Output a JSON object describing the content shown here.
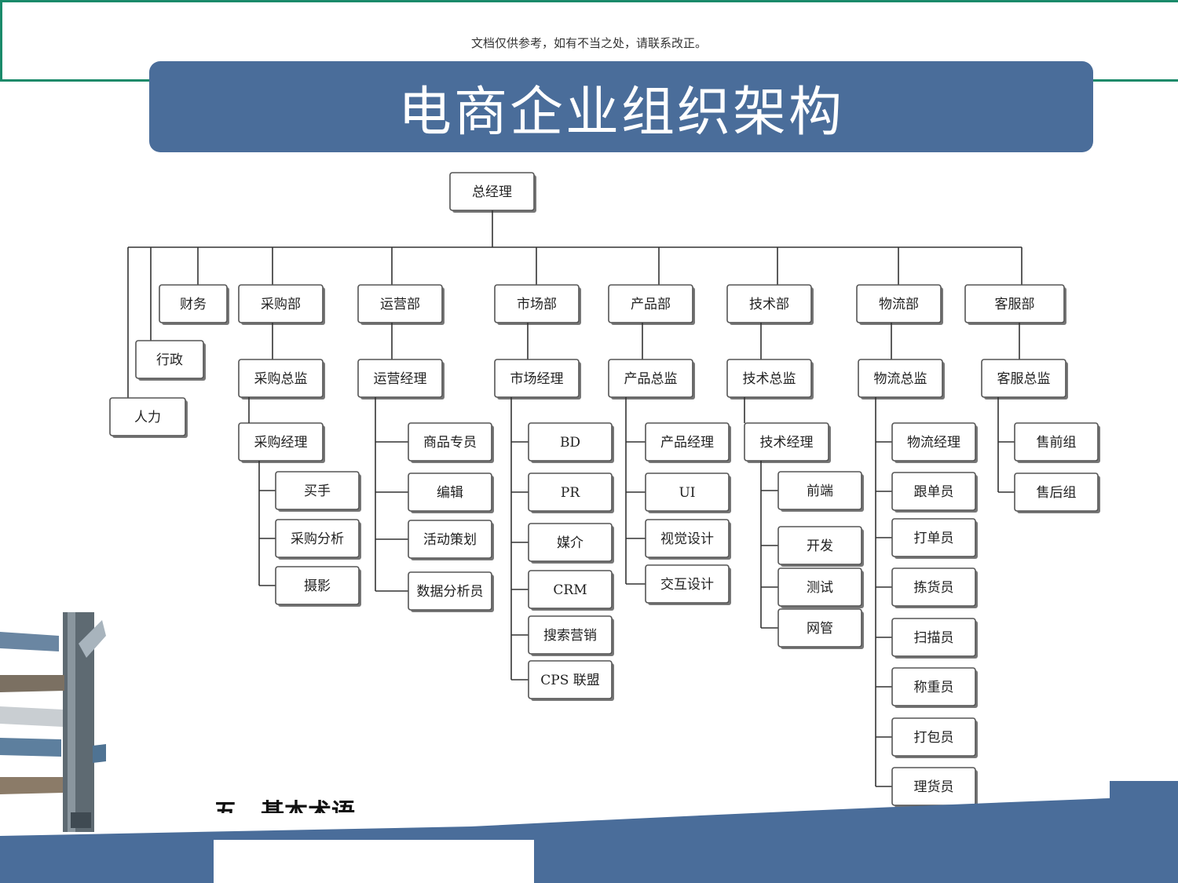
{
  "header_note": "文档仅供参考，如有不当之处，请联系改正。",
  "title": "电商企业组织架构",
  "footer_partial_text": "五、基本术语",
  "colors": {
    "banner": "#4a6d9a",
    "frame": "#1a8a6a"
  },
  "org": {
    "root": "总经理",
    "departments": [
      {
        "name": "人力"
      },
      {
        "name": "行政"
      },
      {
        "name": "财务"
      },
      {
        "name": "采购部",
        "head": "采购总监",
        "manager": "采购经理",
        "members": [
          "买手",
          "采购分析",
          "摄影"
        ]
      },
      {
        "name": "运营部",
        "head": "运营经理",
        "members": [
          "商品专员",
          "编辑",
          "活动策划",
          "数据分析员"
        ]
      },
      {
        "name": "市场部",
        "head": "市场经理",
        "members": [
          "BD",
          "PR",
          "媒介",
          "CRM",
          "搜索营销",
          "CPS 联盟"
        ]
      },
      {
        "name": "产品部",
        "head": "产品总监",
        "members": [
          "产品经理",
          "UI",
          "视觉设计",
          "交互设计"
        ]
      },
      {
        "name": "技术部",
        "head": "技术总监",
        "manager": "技术经理",
        "members": [
          "前端",
          "开发",
          "测试",
          "网管"
        ]
      },
      {
        "name": "物流部",
        "head": "物流总监",
        "members": [
          "物流经理",
          "跟单员",
          "打单员",
          "拣货员",
          "扫描员",
          "称重员",
          "打包员",
          "理货员"
        ]
      },
      {
        "name": "客服部",
        "head": "客服总监",
        "members": [
          "售前组",
          "售后组"
        ]
      }
    ]
  }
}
